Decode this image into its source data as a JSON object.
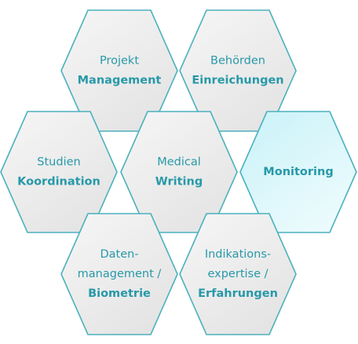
{
  "colors": {
    "border": "#4bb1bd",
    "text": "#2799a8",
    "fill_default": "#ededed",
    "fill_highlight": "#d9f6fa"
  },
  "cells": [
    {
      "id": "projekt-management",
      "lines": [
        {
          "text": "Projekt",
          "bold": false
        },
        {
          "text": "Management",
          "bold": true
        }
      ],
      "highlighted": false
    },
    {
      "id": "behoerden-einreichungen",
      "lines": [
        {
          "text": "Behörden",
          "bold": false
        },
        {
          "text": "Einreichungen",
          "bold": true
        }
      ],
      "highlighted": false
    },
    {
      "id": "studien-koordination",
      "lines": [
        {
          "text": "Studien",
          "bold": false
        },
        {
          "text": "Koordination",
          "bold": true
        }
      ],
      "highlighted": false
    },
    {
      "id": "medical-writing",
      "lines": [
        {
          "text": "Medical",
          "bold": false
        },
        {
          "text": "Writing",
          "bold": true
        }
      ],
      "highlighted": false
    },
    {
      "id": "monitoring",
      "lines": [
        {
          "text": "Monitoring",
          "bold": true
        }
      ],
      "highlighted": true
    },
    {
      "id": "datenmanagement-biometrie",
      "lines": [
        {
          "text": "Daten-",
          "bold": false
        },
        {
          "text": "management /",
          "bold": false
        },
        {
          "text": "Biometrie",
          "bold": true
        }
      ],
      "highlighted": false
    },
    {
      "id": "indikationsexpertise-erfahrungen",
      "lines": [
        {
          "text": "Indikations-",
          "bold": false
        },
        {
          "text": "expertise /",
          "bold": false
        },
        {
          "text": "Erfahrungen",
          "bold": true
        }
      ],
      "highlighted": false
    }
  ]
}
